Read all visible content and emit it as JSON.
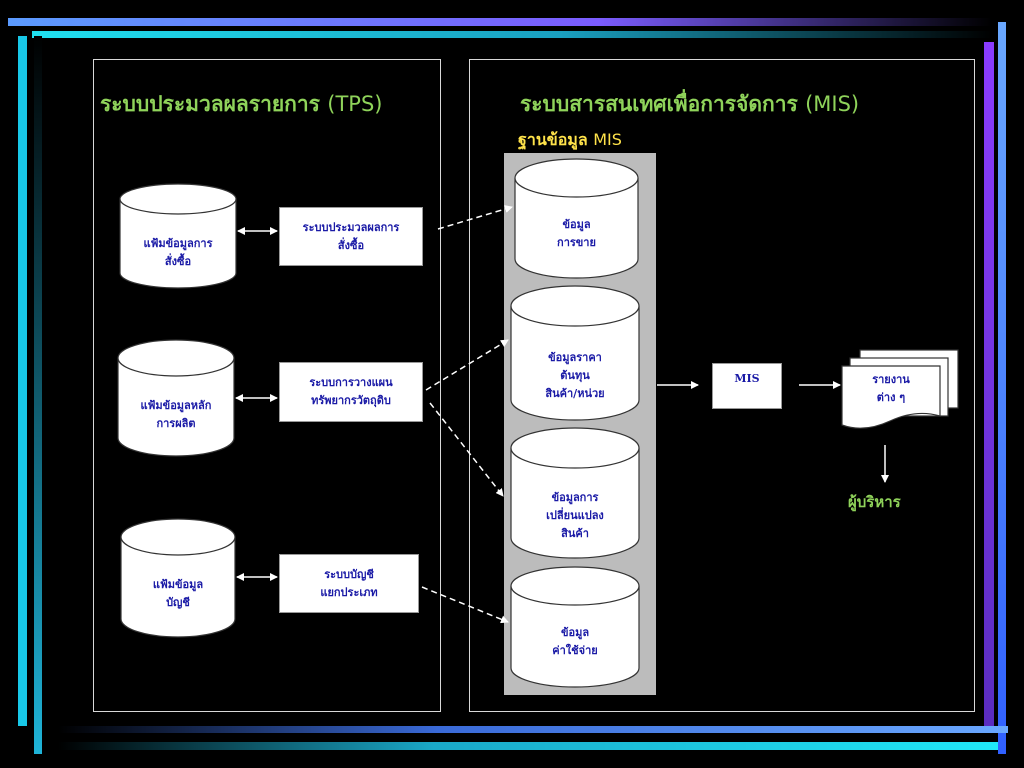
{
  "slide": {
    "tps_title": "ระบบประมวลผลรายการ",
    "tps_abbr": "(TPS)",
    "mis_title": "ระบบสารสนเทศเพื่อการจัดการ",
    "mis_abbr": "(MIS)",
    "mis_db_label": "ฐานข้อมูล",
    "mis_db_abbr": "MIS",
    "manager_label": "ผู้บริหาร"
  },
  "tps_files": [
    {
      "line1": "แฟ้มข้อมูลการ",
      "line2": "สั่งซื้อ"
    },
    {
      "line1": "แฟ้มข้อมูลหลัก",
      "line2": "การผลิต"
    },
    {
      "line1": "แฟ้มข้อมูล",
      "line2": "บัญชี"
    }
  ],
  "tps_systems": [
    {
      "line1": "ระบบประมวลผลการ",
      "line2": "สั่งซื้อ"
    },
    {
      "line1": "ระบบการวางแผน",
      "line2": "ทรัพยากรวัตถุดิบ"
    },
    {
      "line1": "ระบบบัญชี",
      "line2": "แยกประเภท"
    }
  ],
  "mis_db": [
    {
      "line1": "ข้อมูล",
      "line2": "การขาย",
      "line3": ""
    },
    {
      "line1": "ข้อมูลราคา",
      "line2": "ต้นทุน",
      "line3": "สินค้า/หน่วย"
    },
    {
      "line1": "ข้อมูลการ",
      "line2": "เปลี่ยนแปลง",
      "line3": "สินค้า"
    },
    {
      "line1": "ข้อมูล",
      "line2": "ค่าใช้จ่าย",
      "line3": ""
    }
  ],
  "mis_box": "MIS",
  "reports": {
    "line1": "รายงาน",
    "line2": "ต่าง ๆ"
  },
  "colors": {
    "title_green": "#8fd35a",
    "label_yellow": "#ffe34a",
    "node_text": "#1a1aa6",
    "db_panel": "#bcbcbc"
  }
}
